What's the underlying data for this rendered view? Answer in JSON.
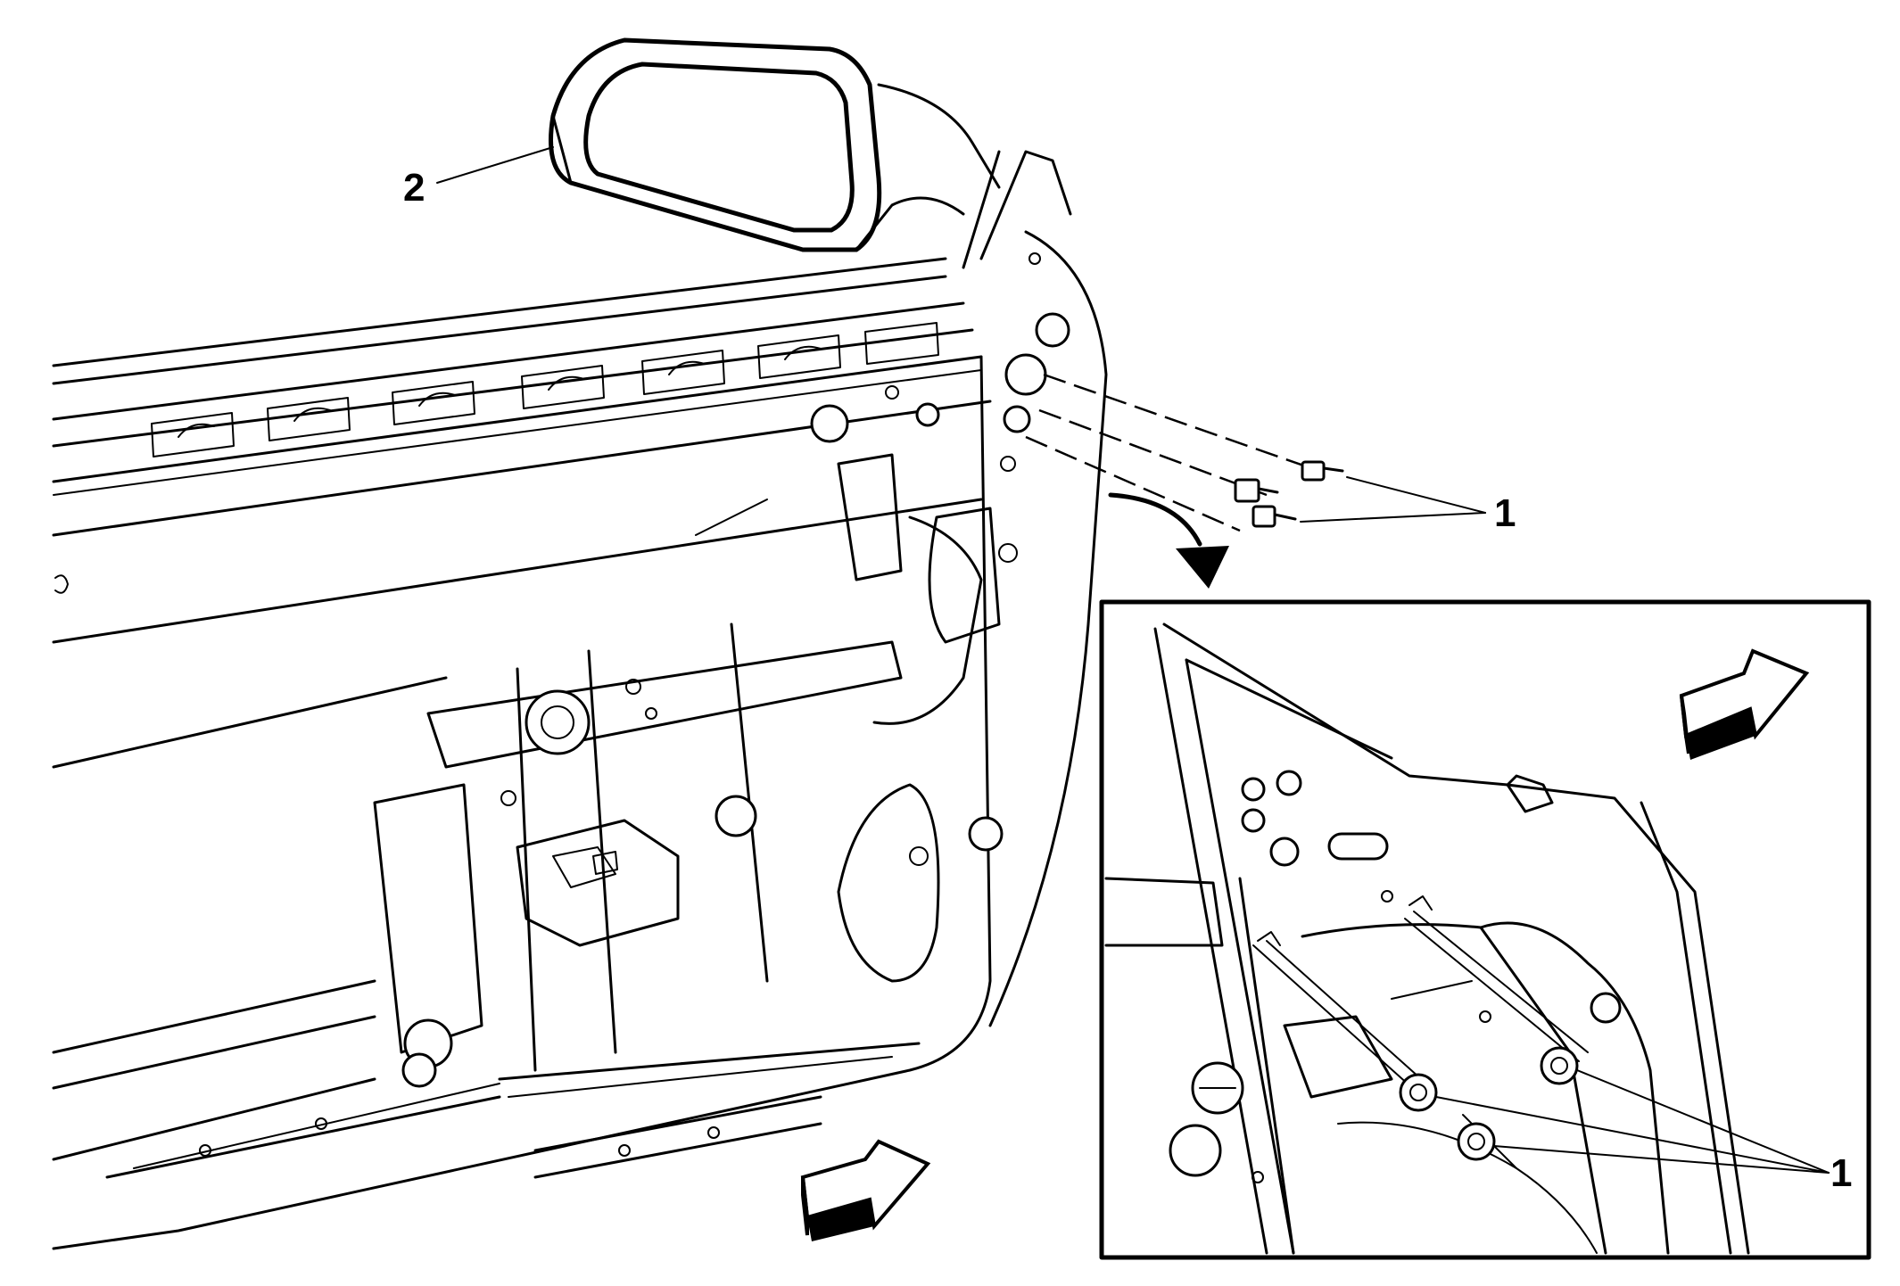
{
  "callouts": {
    "mirror_label": "2",
    "fastener_label": "1",
    "detail_fastener_label": "1"
  },
  "icons": {
    "direction_arrows": "forward-arrow-icon",
    "view_arrow": "curved-arrow-icon"
  },
  "colors": {
    "line": "#000000",
    "background": "#ffffff"
  }
}
